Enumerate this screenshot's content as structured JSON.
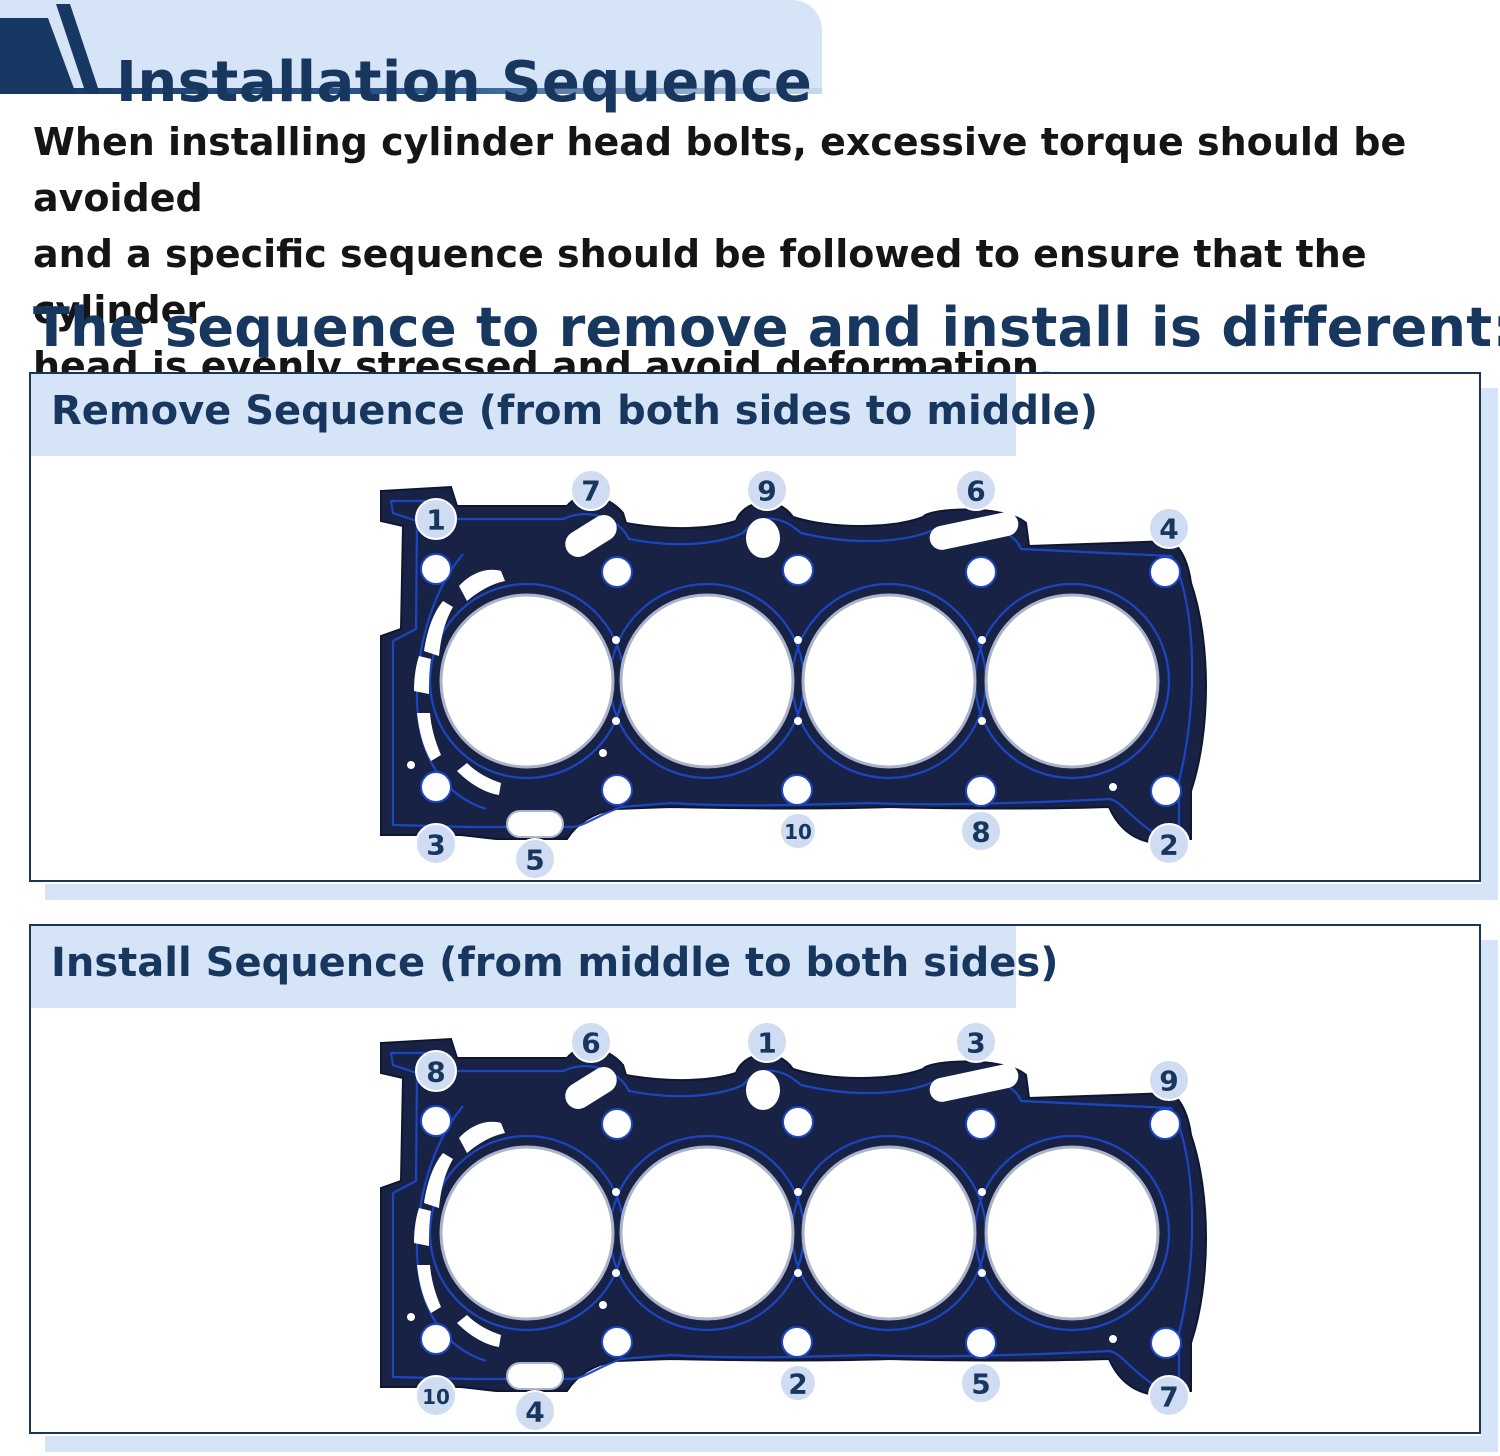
{
  "header": {
    "title": "Installation Sequence"
  },
  "intro": {
    "lines": [
      "When installing cylinder head bolts, excessive torque should be avoided",
      "and a specific sequence should be followed to ensure that the cylinder",
      "head is evenly stressed and avoid deformation."
    ]
  },
  "subheading": "The sequence to remove and install is different:",
  "panels": [
    {
      "label": "Remove Sequence (from both sides to middle)",
      "bolts": [
        {
          "pos": "left-top",
          "number": "1"
        },
        {
          "pos": "right-bottom",
          "number": "2"
        },
        {
          "pos": "left-bottom",
          "number": "3"
        },
        {
          "pos": "right-top",
          "number": "4"
        },
        {
          "pos": "bottom-slot",
          "number": "5"
        },
        {
          "pos": "top-3",
          "number": "6"
        },
        {
          "pos": "top-1",
          "number": "7"
        },
        {
          "pos": "bottom-3",
          "number": "8"
        },
        {
          "pos": "top-2",
          "number": "9"
        },
        {
          "pos": "bottom-2",
          "number": "10"
        }
      ]
    },
    {
      "label": "Install Sequence (from middle to both sides)",
      "bolts": [
        {
          "pos": "top-2",
          "number": "1"
        },
        {
          "pos": "bottom-2",
          "number": "2"
        },
        {
          "pos": "top-3",
          "number": "3"
        },
        {
          "pos": "bottom-slot",
          "number": "4"
        },
        {
          "pos": "bottom-3",
          "number": "5"
        },
        {
          "pos": "top-1",
          "number": "6"
        },
        {
          "pos": "right-bottom",
          "number": "7"
        },
        {
          "pos": "left-top",
          "number": "8"
        },
        {
          "pos": "right-top",
          "number": "9"
        },
        {
          "pos": "left-bottom",
          "number": "10"
        }
      ]
    }
  ],
  "colors": {
    "navy": "#17375f",
    "gasket_body": "#182244",
    "gasket_trace": "#1d47c8",
    "label_band": "#d6e4f7"
  },
  "icons": {
    "header_mark": "slanted-bar-icon",
    "badges": "number-circle-icon"
  }
}
